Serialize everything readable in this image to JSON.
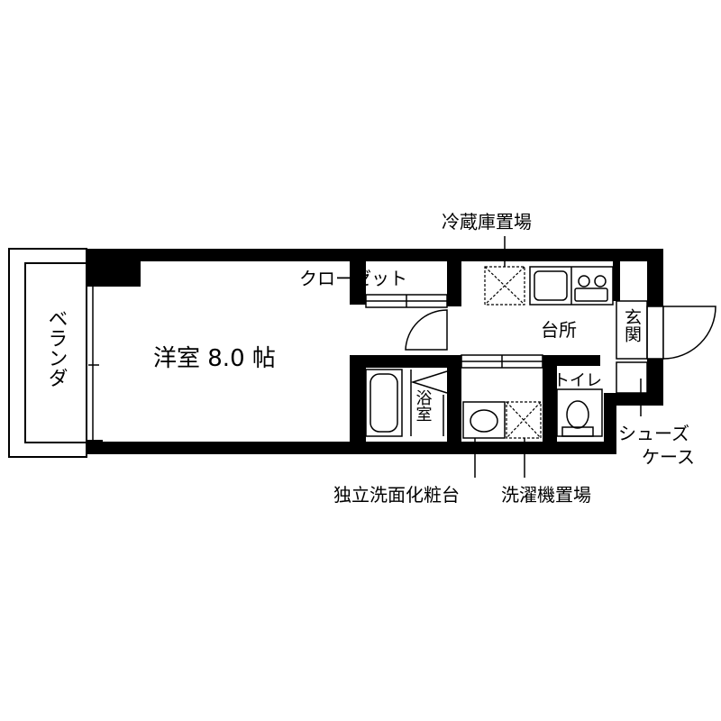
{
  "floor_plan": {
    "colors": {
      "wall": "#000000",
      "background": "#ffffff",
      "line": "#000000"
    },
    "rooms": {
      "western_room": "洋室 8.0 帖",
      "kitchen": "台所",
      "entrance": "玄関",
      "toilet": "トイレ",
      "bath": "浴室",
      "closet": "クローゼット",
      "veranda": "ベランダ"
    },
    "callouts": {
      "fridge_space": "冷蔵庫置場",
      "vanity": "独立洗面化粧台",
      "washer_space": "洗濯機置場",
      "shoe_case_line1": "シューズ",
      "shoe_case_line2": "ケース"
    },
    "icons": [
      "sink-icon",
      "stove-icon",
      "bathtub-icon",
      "toilet-icon",
      "washbasin-icon",
      "washer-space-icon",
      "fridge-space-icon",
      "door-swing-icon"
    ]
  }
}
